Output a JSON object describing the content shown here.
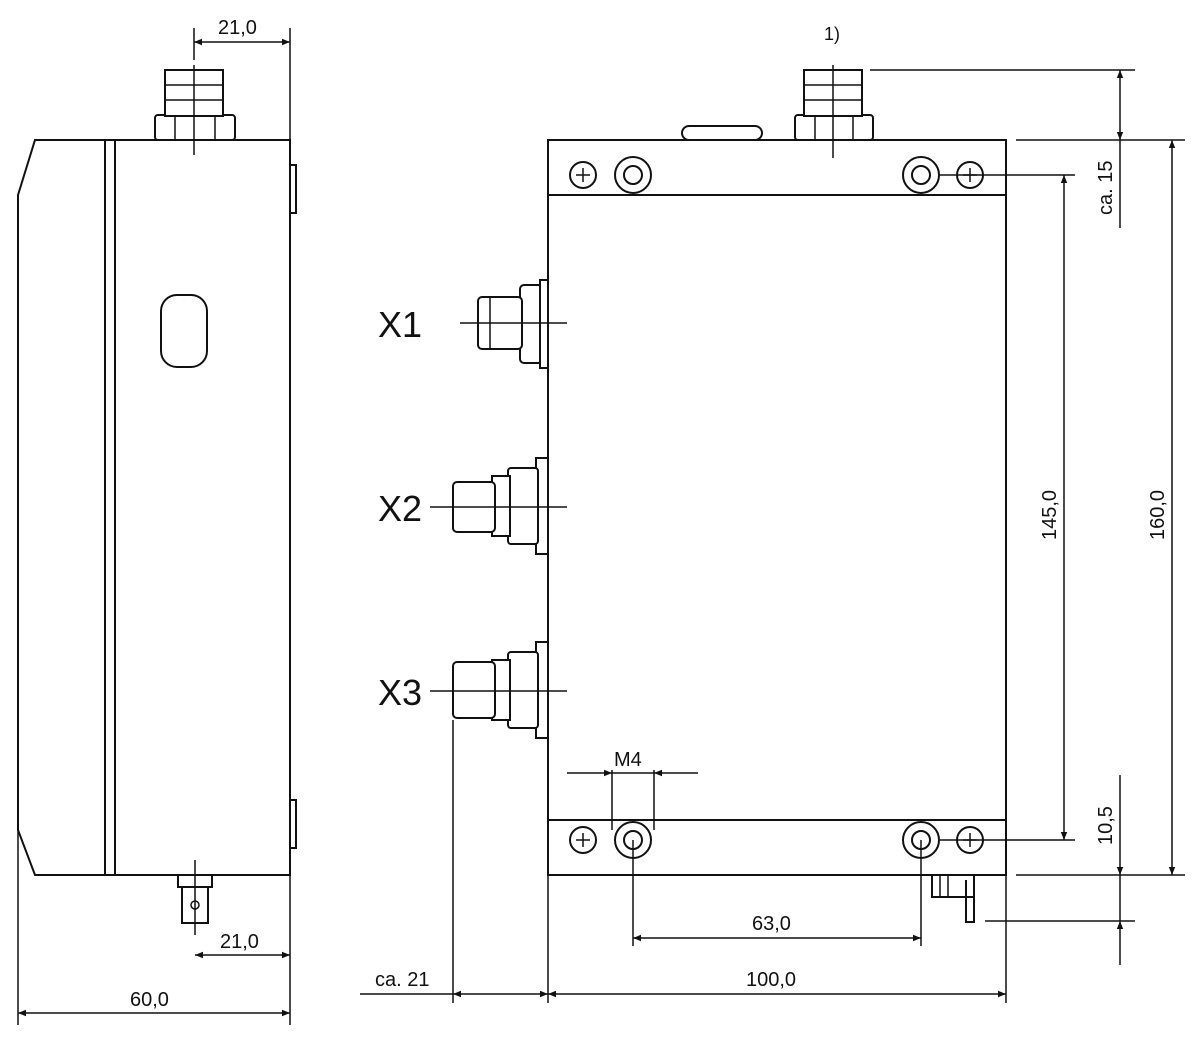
{
  "drawing": {
    "connectors": {
      "x1": "X1",
      "x2": "X2",
      "x3": "X3"
    },
    "footnote": "1)",
    "thread": "M4",
    "dimensions": {
      "top_connector_width": "21,0",
      "bottom_tab_width": "21,0",
      "depth": "60,0",
      "side_connector_protrusion": "ca. 21",
      "width": "100,0",
      "hole_spacing_h": "63,0",
      "hole_spacing_v": "145,0",
      "height": "160,0",
      "top_connector_height": "ca. 15",
      "bottom_tab_height": "10,5"
    }
  }
}
